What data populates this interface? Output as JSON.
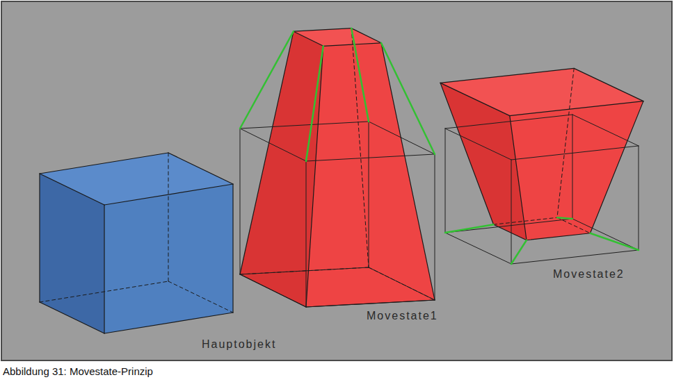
{
  "diagram": {
    "caption": "Abbildung 31: Movestate-Prinzip",
    "labels": [
      "Hauptobjekt",
      "Movestate1",
      "Movestate2"
    ]
  }
}
